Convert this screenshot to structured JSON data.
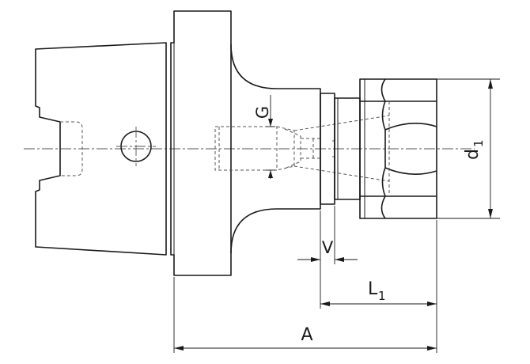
{
  "diagram": {
    "labels": {
      "a": "A",
      "l1": "L",
      "l1_sub": "1",
      "v": "V",
      "g": "G",
      "d1": "d",
      "d1_sub": "1"
    }
  }
}
